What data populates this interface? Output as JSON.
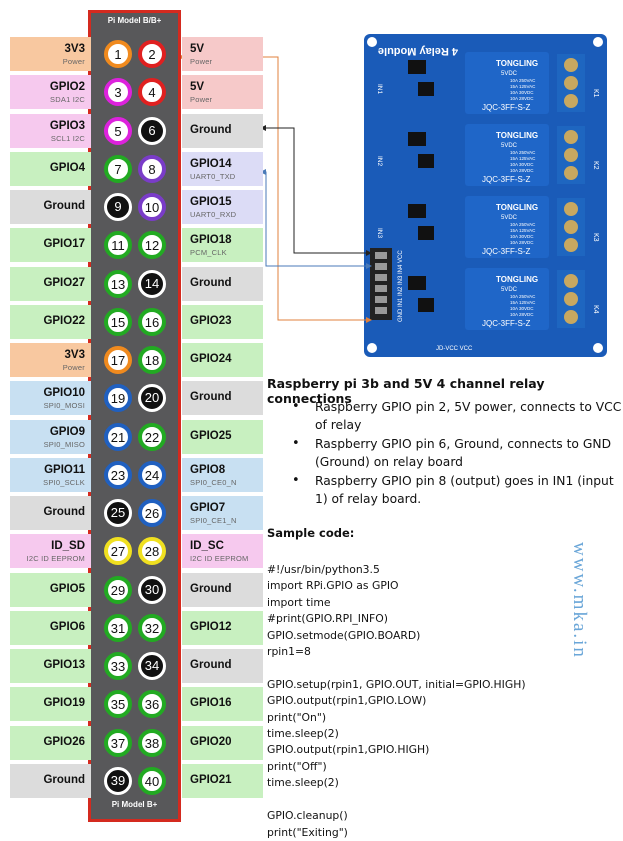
{
  "header": {
    "top_title": "Pi Model B/B+",
    "bottom_title": "Pi Model B+"
  },
  "pins": [
    {
      "num": "1",
      "left": "3V3",
      "left_sub": "Power",
      "right": "5V",
      "right_sub": "Power",
      "num_r": "2"
    },
    {
      "num": "3",
      "left": "GPIO2",
      "left_sub": "SDA1 I2C",
      "right": "5V",
      "right_sub": "Power",
      "num_r": "4"
    },
    {
      "num": "5",
      "left": "GPIO3",
      "left_sub": "SCL1 I2C",
      "right": "Ground",
      "right_sub": "",
      "num_r": "6"
    },
    {
      "num": "7",
      "left": "GPIO4",
      "left_sub": "",
      "right": "GPIO14",
      "right_sub": "UART0_TXD",
      "num_r": "8"
    },
    {
      "num": "9",
      "left": "Ground",
      "left_sub": "",
      "right": "GPIO15",
      "right_sub": "UART0_RXD",
      "num_r": "10"
    },
    {
      "num": "11",
      "left": "GPIO17",
      "left_sub": "",
      "right": "GPIO18",
      "right_sub": "PCM_CLK",
      "num_r": "12"
    },
    {
      "num": "13",
      "left": "GPIO27",
      "left_sub": "",
      "right": "Ground",
      "right_sub": "",
      "num_r": "14"
    },
    {
      "num": "15",
      "left": "GPIO22",
      "left_sub": "",
      "right": "GPIO23",
      "right_sub": "",
      "num_r": "16"
    },
    {
      "num": "17",
      "left": "3V3",
      "left_sub": "Power",
      "right": "GPIO24",
      "right_sub": "",
      "num_r": "18"
    },
    {
      "num": "19",
      "left": "GPIO10",
      "left_sub": "SPI0_MOSI",
      "right": "Ground",
      "right_sub": "",
      "num_r": "20"
    },
    {
      "num": "21",
      "left": "GPIO9",
      "left_sub": "SPI0_MISO",
      "right": "GPIO25",
      "right_sub": "",
      "num_r": "22"
    },
    {
      "num": "23",
      "left": "GPIO11",
      "left_sub": "SPI0_SCLK",
      "right": "GPIO8",
      "right_sub": "SPI0_CE0_N",
      "num_r": "24"
    },
    {
      "num": "25",
      "left": "Ground",
      "left_sub": "",
      "right": "GPIO7",
      "right_sub": "SPI0_CE1_N",
      "num_r": "26"
    },
    {
      "num": "27",
      "left": "ID_SD",
      "left_sub": "I2C ID EEPROM",
      "right": "ID_SC",
      "right_sub": "I2C ID EEPROM",
      "num_r": "28"
    },
    {
      "num": "29",
      "left": "GPIO5",
      "left_sub": "",
      "right": "Ground",
      "right_sub": "",
      "num_r": "30"
    },
    {
      "num": "31",
      "left": "GPIO6",
      "left_sub": "",
      "right": "GPIO12",
      "right_sub": "",
      "num_r": "32"
    },
    {
      "num": "33",
      "left": "GPIO13",
      "left_sub": "",
      "right": "Ground",
      "right_sub": "",
      "num_r": "34"
    },
    {
      "num": "35",
      "left": "GPIO19",
      "left_sub": "",
      "right": "GPIO16",
      "right_sub": "",
      "num_r": "36"
    },
    {
      "num": "37",
      "left": "GPIO26",
      "left_sub": "",
      "right": "GPIO20",
      "right_sub": "",
      "num_r": "38"
    },
    {
      "num": "39",
      "left": "Ground",
      "left_sub": "",
      "right": "GPIO21",
      "right_sub": "",
      "num_r": "40"
    }
  ],
  "relay": {
    "title": "4 Relay Module",
    "brand": "TONGLING",
    "voltage": "5VDC",
    "ratings": [
      "10A 250VAC",
      "15A 125VAC",
      "10A 30VDC",
      "10A 28VDC"
    ],
    "model": "JQC-3FF-S-Z",
    "inputs": [
      "IN1",
      "IN2",
      "IN3",
      "IN4"
    ],
    "outputs": [
      "K1",
      "K2",
      "K3",
      "K4"
    ],
    "header_pins": "GND IN1 IN2 IN3 IN4 VCC",
    "bottom_label": "JD-VCC  VCC"
  },
  "caption": "Raspberry pi 3b and 5V 4 channel relay connections",
  "bullets": [
    "Raspberry GPIO pin 2, 5V power, connects to VCC of relay",
    "Raspberry GPIO pin 6, Ground, connects to GND (Ground) on relay board",
    "Raspberry GPIO pin 8 (output) goes in IN1 (input 1) of relay board."
  ],
  "code_title": "Sample code:",
  "code": "#!/usr/bin/python3.5\nimport RPi.GPIO as GPIO\nimport time\n#print(GPIO.RPI_INFO)\nGPIO.setmode(GPIO.BOARD)\nrpin1=8\n\nGPIO.setup(rpin1, GPIO.OUT, initial=GPIO.HIGH)\nGPIO.output(rpin1,GPIO.LOW)\nprint(\"On\")\ntime.sleep(2)\nGPIO.output(rpin1,GPIO.HIGH)\nprint(\"Off\")\ntime.sleep(2)\n\nGPIO.cleanup()\nprint(\"Exiting\")",
  "watermark": "www.mka.in",
  "colors": {
    "power33": "#f8c8a0",
    "power5": "#f6c9c9",
    "i2c": "#f6c9ee",
    "gpio": "#c8f0c0",
    "ground": "#dcdcdc",
    "uart": "#dcdcf6",
    "spi": "#c8e0f2",
    "eeprom": "#fff8c0",
    "pin_green": "#22aa22",
    "pin_orange": "#f08a1e",
    "pin_red": "#e02020",
    "pin_magenta": "#dd22dd",
    "pin_black": "#111111",
    "pin_purple": "#7a3cc8",
    "pin_blue": "#2060c0",
    "pin_yellow": "#f0e020",
    "board": "#1a5bb8",
    "relay": "#1f66c8",
    "wire_orange": "#e0803c",
    "wire_blue": "#4a7ab8",
    "wire_black": "#222222"
  }
}
